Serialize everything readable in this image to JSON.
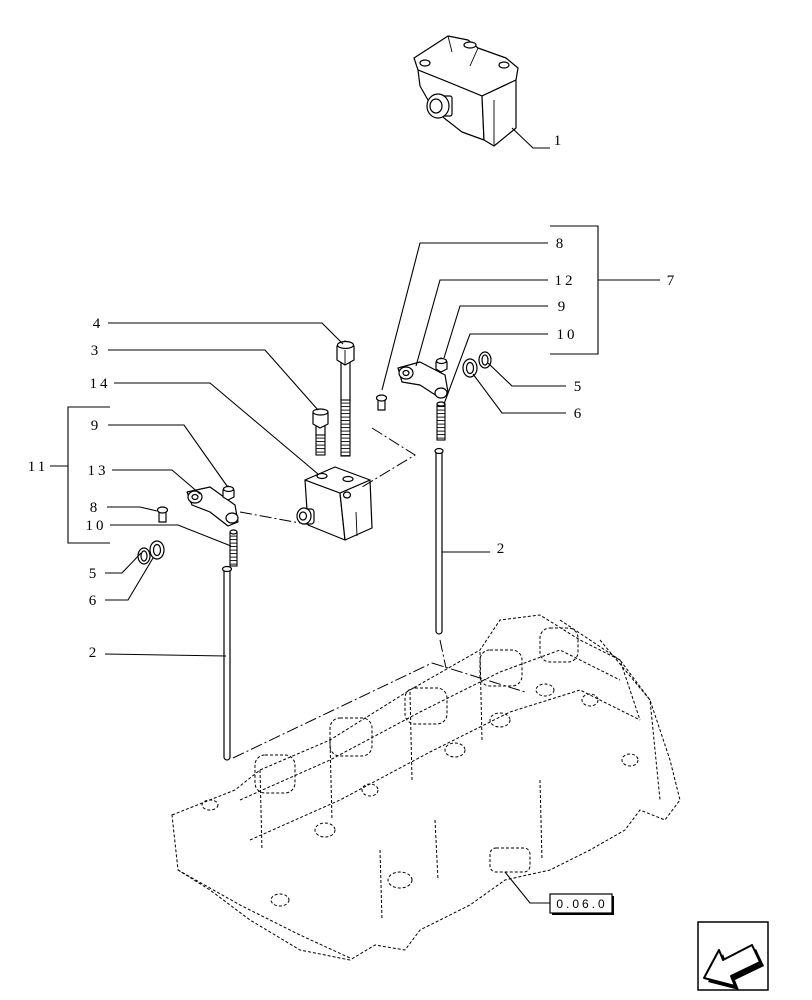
{
  "callouts": {
    "part_1": "1",
    "part_8_right": "8",
    "part_12": "12",
    "part_9_right": "9",
    "part_10_right": "10",
    "part_7": "7",
    "part_4": "4",
    "part_3": "3",
    "part_14": "14",
    "part_5_right": "5",
    "part_6_right": "6",
    "part_9_left": "9",
    "part_11": "11",
    "part_13": "13",
    "part_8_left": "8",
    "part_10_left": "10",
    "part_5_left": "5",
    "part_6_left": "6",
    "part_2_right": "2",
    "part_2_left": "2"
  },
  "reference": {
    "code": "0.06.0"
  },
  "nav": {
    "icon": "arrow-down-left-icon"
  }
}
